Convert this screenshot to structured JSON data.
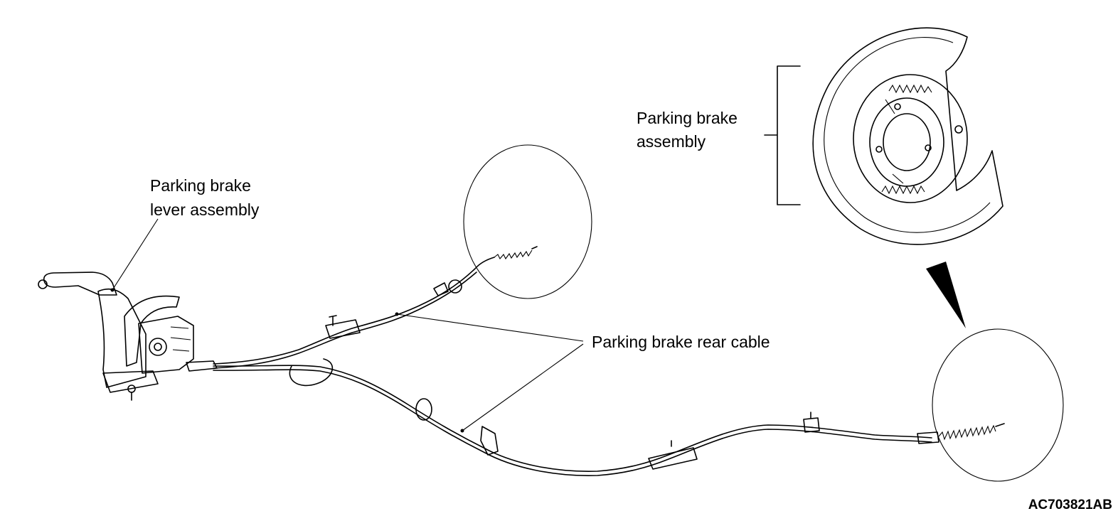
{
  "labels": {
    "lever_line1": "Parking brake",
    "lever_line2": "lever assembly",
    "assembly_line1": "Parking brake",
    "assembly_line2": "assembly",
    "rear_cable": "Parking brake rear cable"
  },
  "figure_code": "AC703821AB"
}
